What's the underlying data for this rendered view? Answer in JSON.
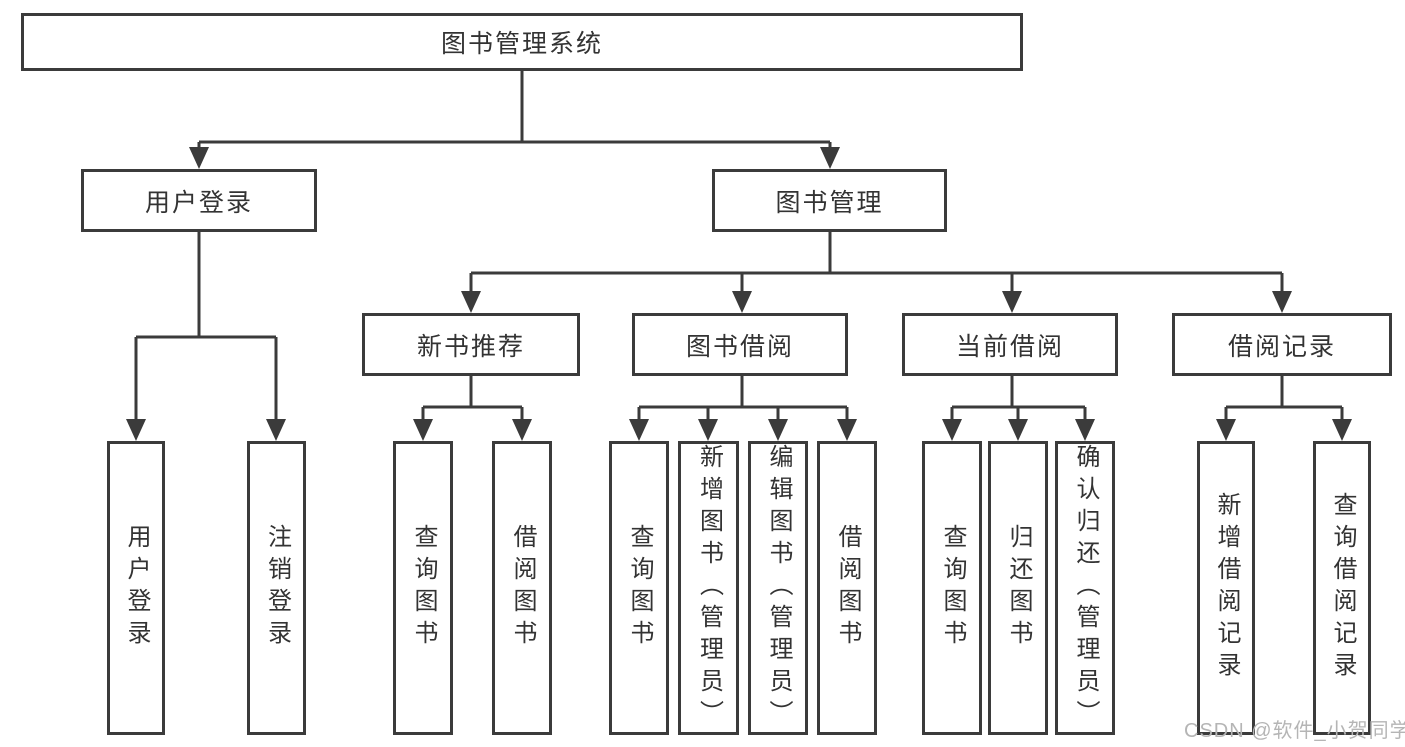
{
  "diagram": {
    "tree": {
      "label": "图书管理系统",
      "children": [
        {
          "label": "用户登录",
          "children": [
            {
              "label": "用户登录"
            },
            {
              "label": "注销登录"
            }
          ]
        },
        {
          "label": "图书管理",
          "children": [
            {
              "label": "新书推荐",
              "children": [
                {
                  "label": "查询图书"
                },
                {
                  "label": "借阅图书"
                }
              ]
            },
            {
              "label": "图书借阅",
              "children": [
                {
                  "label": "查询图书"
                },
                {
                  "label": "新增图书（管理员）"
                },
                {
                  "label": "编辑图书（管理员）"
                },
                {
                  "label": "借阅图书"
                }
              ]
            },
            {
              "label": "当前借阅",
              "children": [
                {
                  "label": "查询图书"
                },
                {
                  "label": "归还图书"
                },
                {
                  "label": "确认归还（管理员）"
                }
              ]
            },
            {
              "label": "借阅记录",
              "children": [
                {
                  "label": "新增借阅记录"
                },
                {
                  "label": "查询借阅记录"
                }
              ]
            }
          ]
        }
      ]
    },
    "colors": {
      "line": "#3b3b3b",
      "text": "#333333",
      "background": "#ffffff",
      "watermark_text": "#b5b5b5"
    }
  },
  "watermark": {
    "text": "CSDN @软件_小贺同学"
  }
}
